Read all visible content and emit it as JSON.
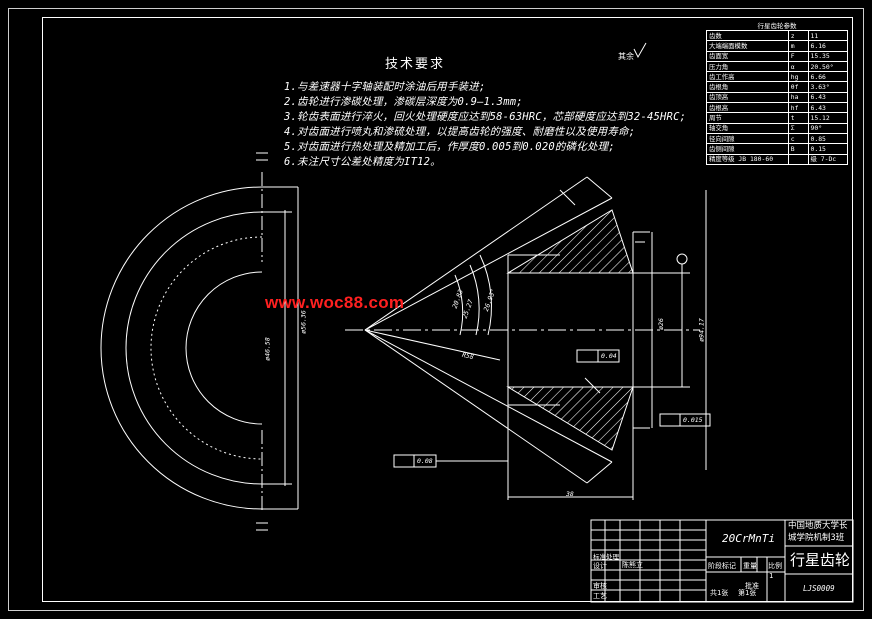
{
  "tech_requirements": {
    "title": "技术要求",
    "items": [
      "1.与差速器十字轴装配时涂油后用手装进;",
      "2.齿轮进行渗碳处理，渗碳层深度为0.9—1.3mm;",
      "3.轮齿表面进行淬火，回火处理硬度应达到58-63HRC，芯部硬度应达到32-45HRC;",
      "4.对齿面进行喷丸和渗硫处理，以提高齿轮的强度、耐磨性以及使用寿命;",
      "5.对齿面进行热处理及精加工后，作厚度0.005到0.020的磷化处理;",
      "6.未注尺寸公差处精度为IT12。"
    ]
  },
  "roughness_note": "其余",
  "watermark": "www.woc88.com",
  "gear_params": {
    "title": "行星齿轮参数",
    "rows": [
      [
        "齿数",
        "z",
        "11"
      ],
      [
        "大端端面模数",
        "m",
        "6.16"
      ],
      [
        "齿面宽",
        "F",
        "15.35"
      ],
      [
        "压力角",
        "α",
        "20.50°"
      ],
      [
        "齿工作高",
        "hg",
        "6.66"
      ],
      [
        "齿根角",
        "θf",
        "3.63°"
      ],
      [
        "齿顶高",
        "ha",
        "6.43"
      ],
      [
        "齿根高",
        "hf",
        "6.43"
      ],
      [
        "周节",
        "t",
        "15.12"
      ],
      [
        "轴交角",
        "Σ",
        "90°"
      ],
      [
        "径向间隙",
        "c",
        "0.85"
      ],
      [
        "齿侧间隙",
        "B",
        "0.15"
      ],
      [
        "精度等级 JB 180-60",
        "",
        "级 7-Dc"
      ]
    ]
  },
  "dimensions": {
    "d1": "ø56.36",
    "d2": "ø46.58",
    "d3": "ø26",
    "d4": "ø94.17",
    "len": "38",
    "r": "R58",
    "ang1": "20.83",
    "ang2": "26.93°",
    "ang3": "25.27",
    "tol1": "0.04",
    "tol2": "0.015",
    "tol3": "0.08"
  },
  "title_block": {
    "material": "20CrMnTi",
    "school": "中国地质大学长城学院机制3班",
    "part_name": "行星齿轮",
    "drawing_code": "LJS0009",
    "labels": {
      "standard": "标准处理",
      "design": "设计",
      "designer": "陈熊立",
      "stage": "阶段标记",
      "weight": "重量",
      "scale": "比例",
      "scale_val": "1",
      "review": "审核",
      "process": "工艺",
      "approve": "批准",
      "sheets": "共1张",
      "sheet_no": "第1张"
    }
  }
}
